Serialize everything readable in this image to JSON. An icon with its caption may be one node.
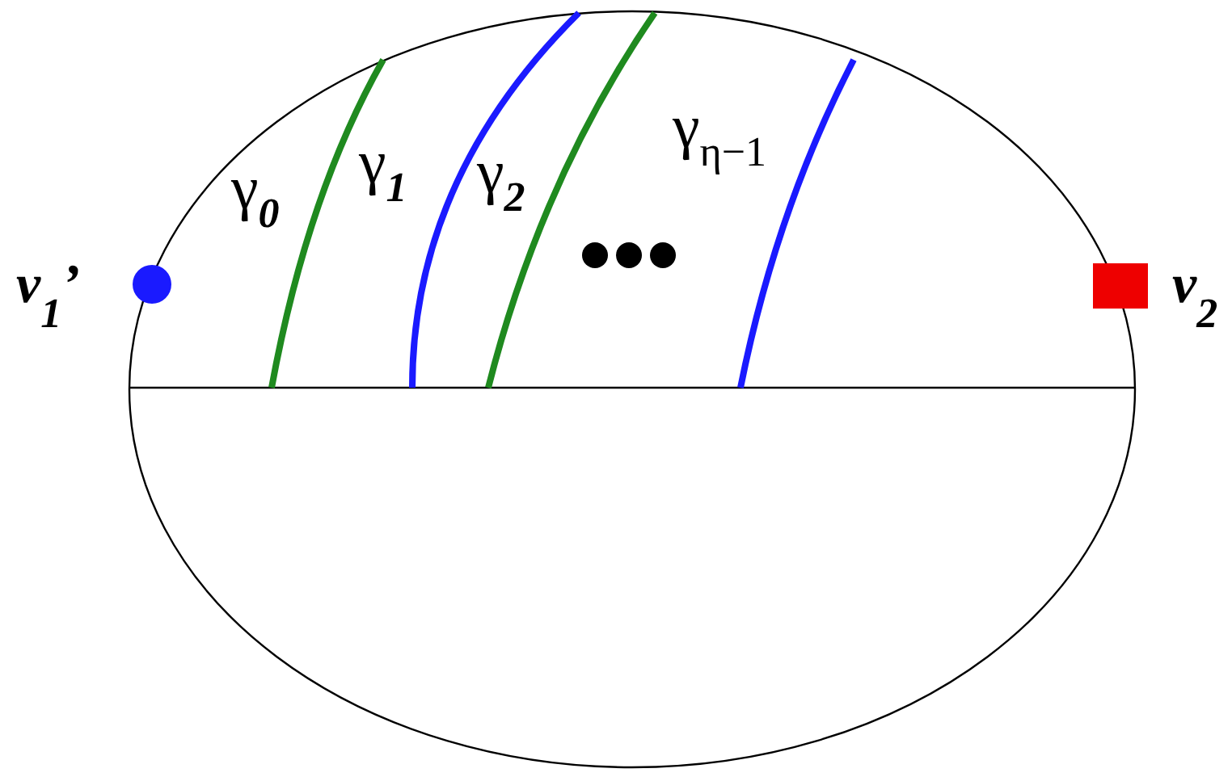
{
  "diagram": {
    "nodes": [
      {
        "text": [],
        "shape": "circle",
        "beside": [
          "v$_{1}$’"
        ]
      },
      {
        "text": [],
        "shape": "box",
        "beside": [
          "v$_{2}$"
        ]
      }
    ],
    "labels": [
      "γ$_{0}$",
      "γ$_{1}$",
      "γ$_{2}$",
      "γ$_{η−1}$"
    ]
  }
}
